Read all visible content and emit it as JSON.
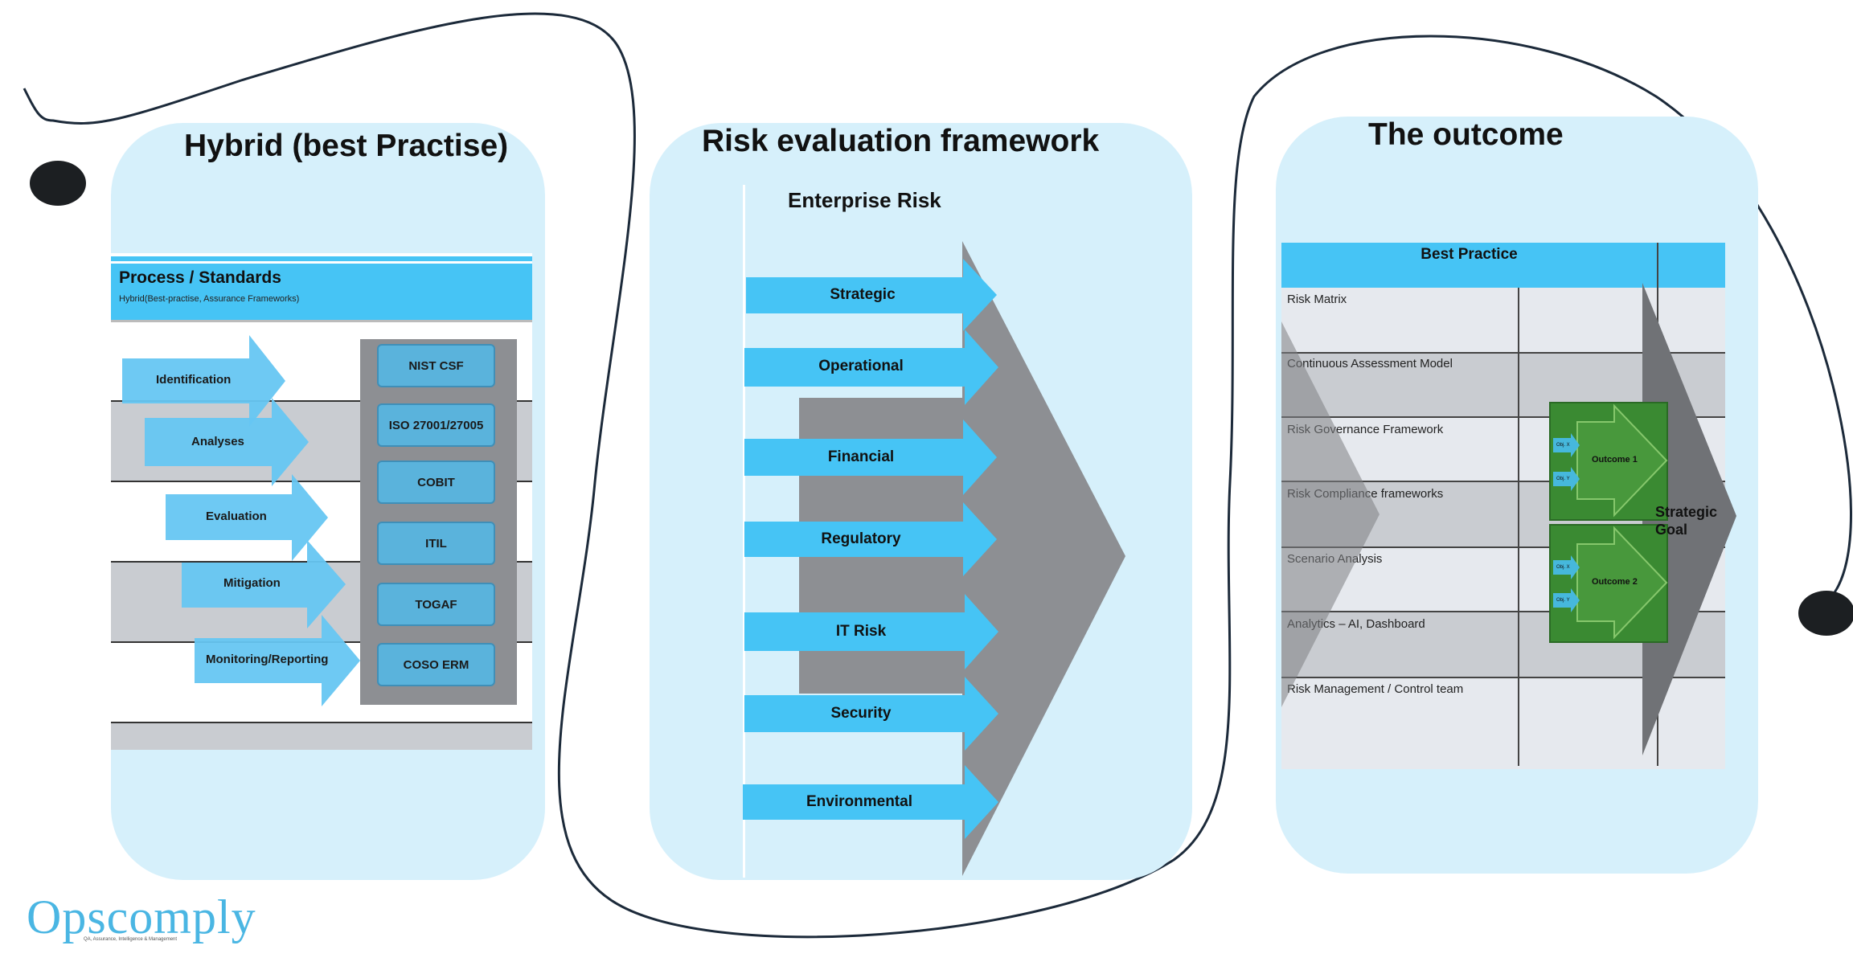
{
  "panels": {
    "hybrid": {
      "title": "Hybrid (best Practise)",
      "header_title": "Process / Standards",
      "header_subtitle": "Hybrid(Best-practise, Assurance Frameworks)",
      "process_steps": [
        "Identification",
        "Analyses",
        "Evaluation",
        "Mitigation",
        "Monitoring/Reporting"
      ],
      "standards": [
        "NIST CSF",
        "ISO 27001/27005",
        "COBIT",
        "ITIL",
        "TOGAF",
        "COSO ERM"
      ]
    },
    "risk_framework": {
      "title": "Risk evaluation framework",
      "subtitle": "Enterprise Risk",
      "categories": [
        "Strategic",
        "Operational",
        "Financial",
        "Regulatory",
        "IT Risk",
        "Security",
        "Environmental"
      ]
    },
    "outcome": {
      "title": "The outcome",
      "header_title": "Best Practice",
      "rows": [
        "Risk Matrix",
        "Continuous Assessment Model",
        "Risk Governance Framework",
        "Risk Compliance frameworks",
        "Scenario Analysis",
        "Analytics – AI, Dashboard",
        "Risk Management / Control team"
      ],
      "outcomes": [
        "Outcome 1",
        "Outcome 2"
      ],
      "objective_tags": [
        "Obj. X",
        "Obj. Y"
      ],
      "goal": "Strategic Goal"
    }
  },
  "logo": {
    "name": "Opscomply",
    "tagline": "QA, Assurance, Intelligence & Management"
  },
  "colors": {
    "panel_bg": "#d6f0fb",
    "accent_blue": "#46c4f5",
    "grey_chevron": "#8d8f93",
    "outcome_green": "#3a8a32",
    "logo_blue": "#4ab6e3"
  }
}
